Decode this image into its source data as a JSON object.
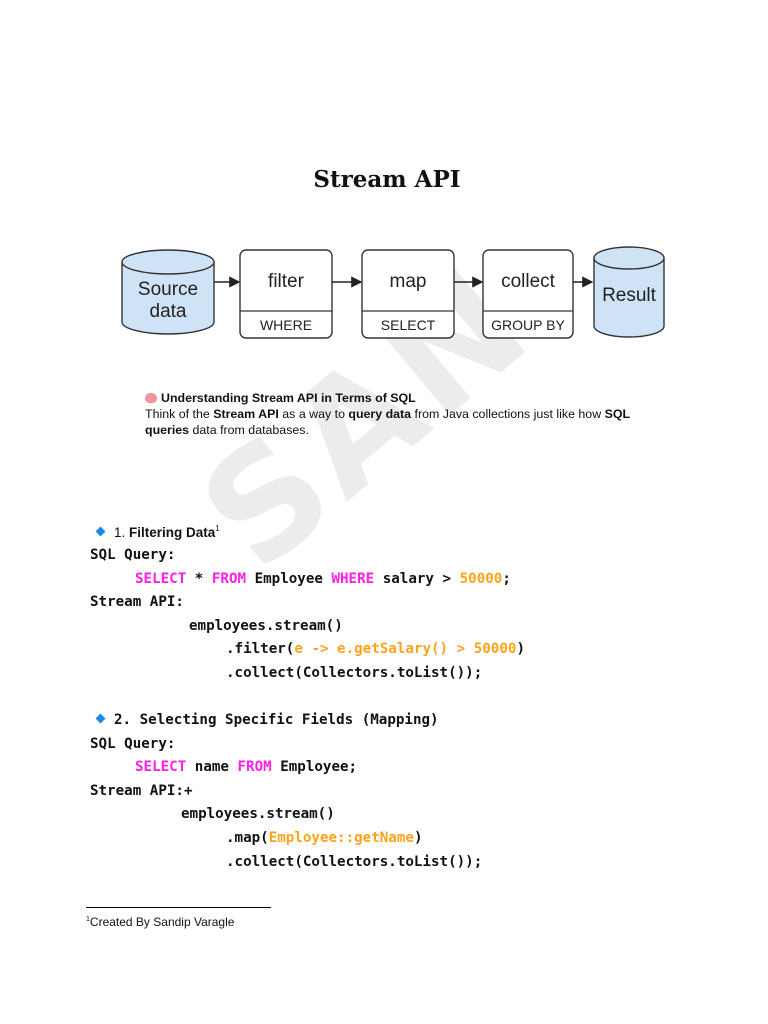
{
  "watermark": "SAN",
  "title": "Stream API",
  "diagram": {
    "source": [
      "Source",
      "data"
    ],
    "result": "Result",
    "stages": [
      {
        "op": "filter",
        "sql": "WHERE"
      },
      {
        "op": "map",
        "sql": "SELECT"
      },
      {
        "op": "collect",
        "sql": "GROUP BY"
      }
    ],
    "colors": {
      "cylinder_fill": "#cfe3f7",
      "stroke": "#333333"
    }
  },
  "intro": {
    "icon": "brain-icon",
    "heading": "Understanding Stream API in Terms of SQL",
    "p1": "Think of the ",
    "b1": "Stream API",
    "p2": " as a way to ",
    "b2": "query data",
    "p3": " from Java collections just like how ",
    "b3": "SQL",
    "b4": "queries",
    "p4": " data from databases."
  },
  "sections": [
    {
      "number": "1.",
      "heading": "Filtering Data",
      "footnote_ref": "1",
      "sql_label": "SQL Query:",
      "sql": {
        "kw1": "SELECT",
        "t1": " * ",
        "kw2": "FROM",
        "t2": " Employee ",
        "kw3": "WHERE",
        "t3": " salary > ",
        "lit": "50000",
        "t4": ";"
      },
      "stream_label": "Stream API:",
      "code": {
        "l1": "employees.stream()",
        "l2_pre": ".filter(",
        "l2_lit": "e -> e.getSalary() > 50000",
        "l2_post": ")",
        "l3": ".collect(Collectors.toList());"
      }
    },
    {
      "heading": "2. Selecting Specific Fields (Mapping)",
      "sql_label": "SQL Query:",
      "sql": {
        "kw1": "SELECT",
        "t1": " name ",
        "kw2": "FROM",
        "t2": " Employee;"
      },
      "stream_label": "Stream API:+",
      "code": {
        "l1": "employees.stream()",
        "l2_pre": ".map(",
        "l2_lit": "Employee::getName",
        "l2_post": ")",
        "l3": ".collect(Collectors.toList());"
      }
    }
  ],
  "colors": {
    "keyword": "#ff1ee6",
    "literal": "#ffa31a",
    "bullet": "#1e88e5"
  },
  "footnote": {
    "num": "1",
    "text": "Created By Sandip Varagle"
  }
}
